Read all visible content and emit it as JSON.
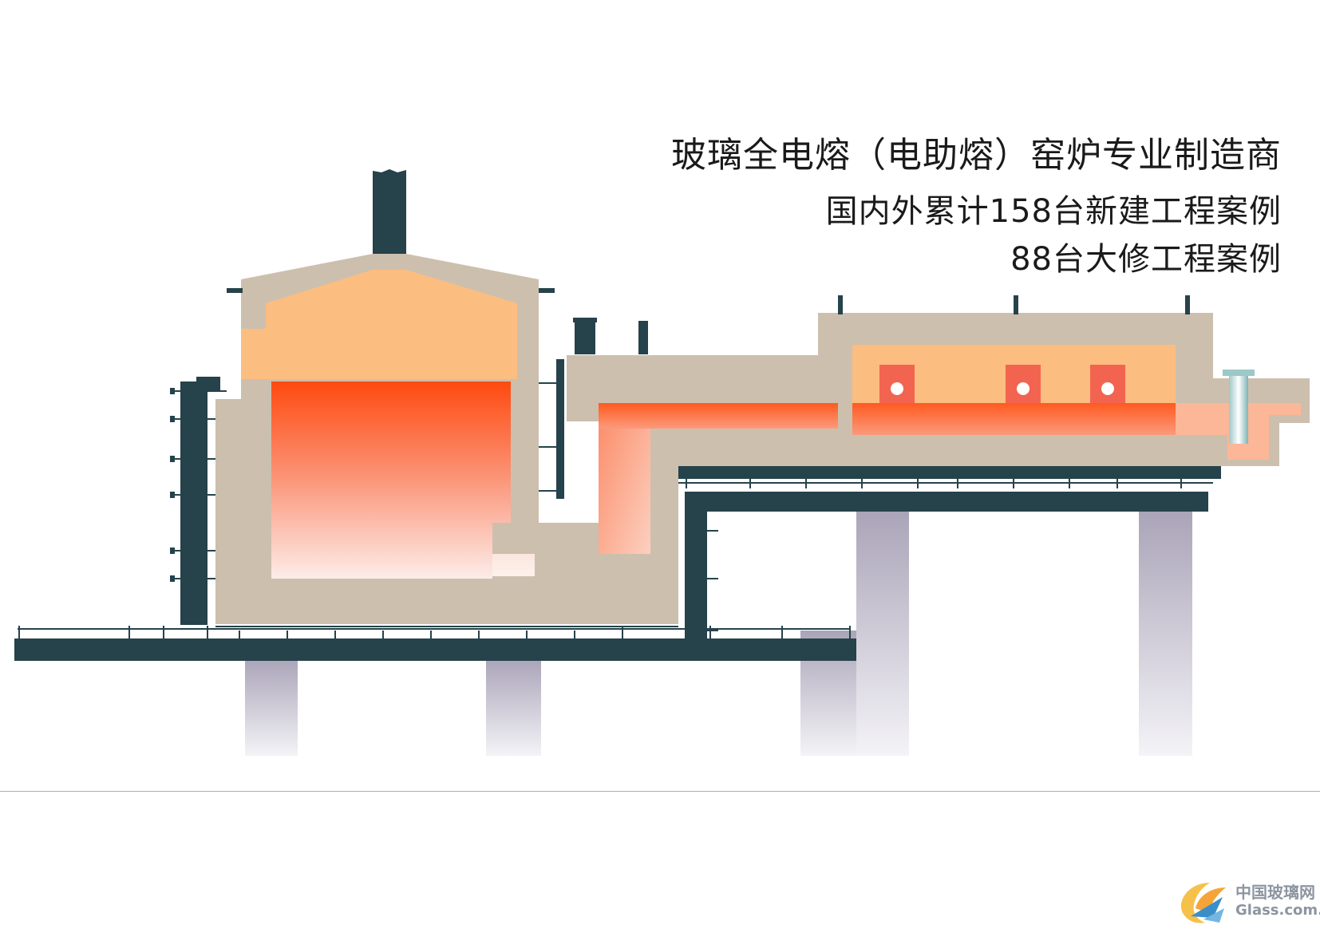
{
  "headline": {
    "title": "玻璃全电熔（电助熔）窑炉专业制造商",
    "line1": "国内外累计158台新建工程案例",
    "line2": "88台大修工程案例"
  },
  "watermark": {
    "cn": "中国玻璃网",
    "en": "Glass.com.cn"
  },
  "colors": {
    "steel": "#26424b",
    "refractory": "#cdbfae",
    "crown": "#fcbd80",
    "molten_hot": "#ff4a10",
    "pillar": "#bbb6c8",
    "divider": "#8fb7d4"
  }
}
